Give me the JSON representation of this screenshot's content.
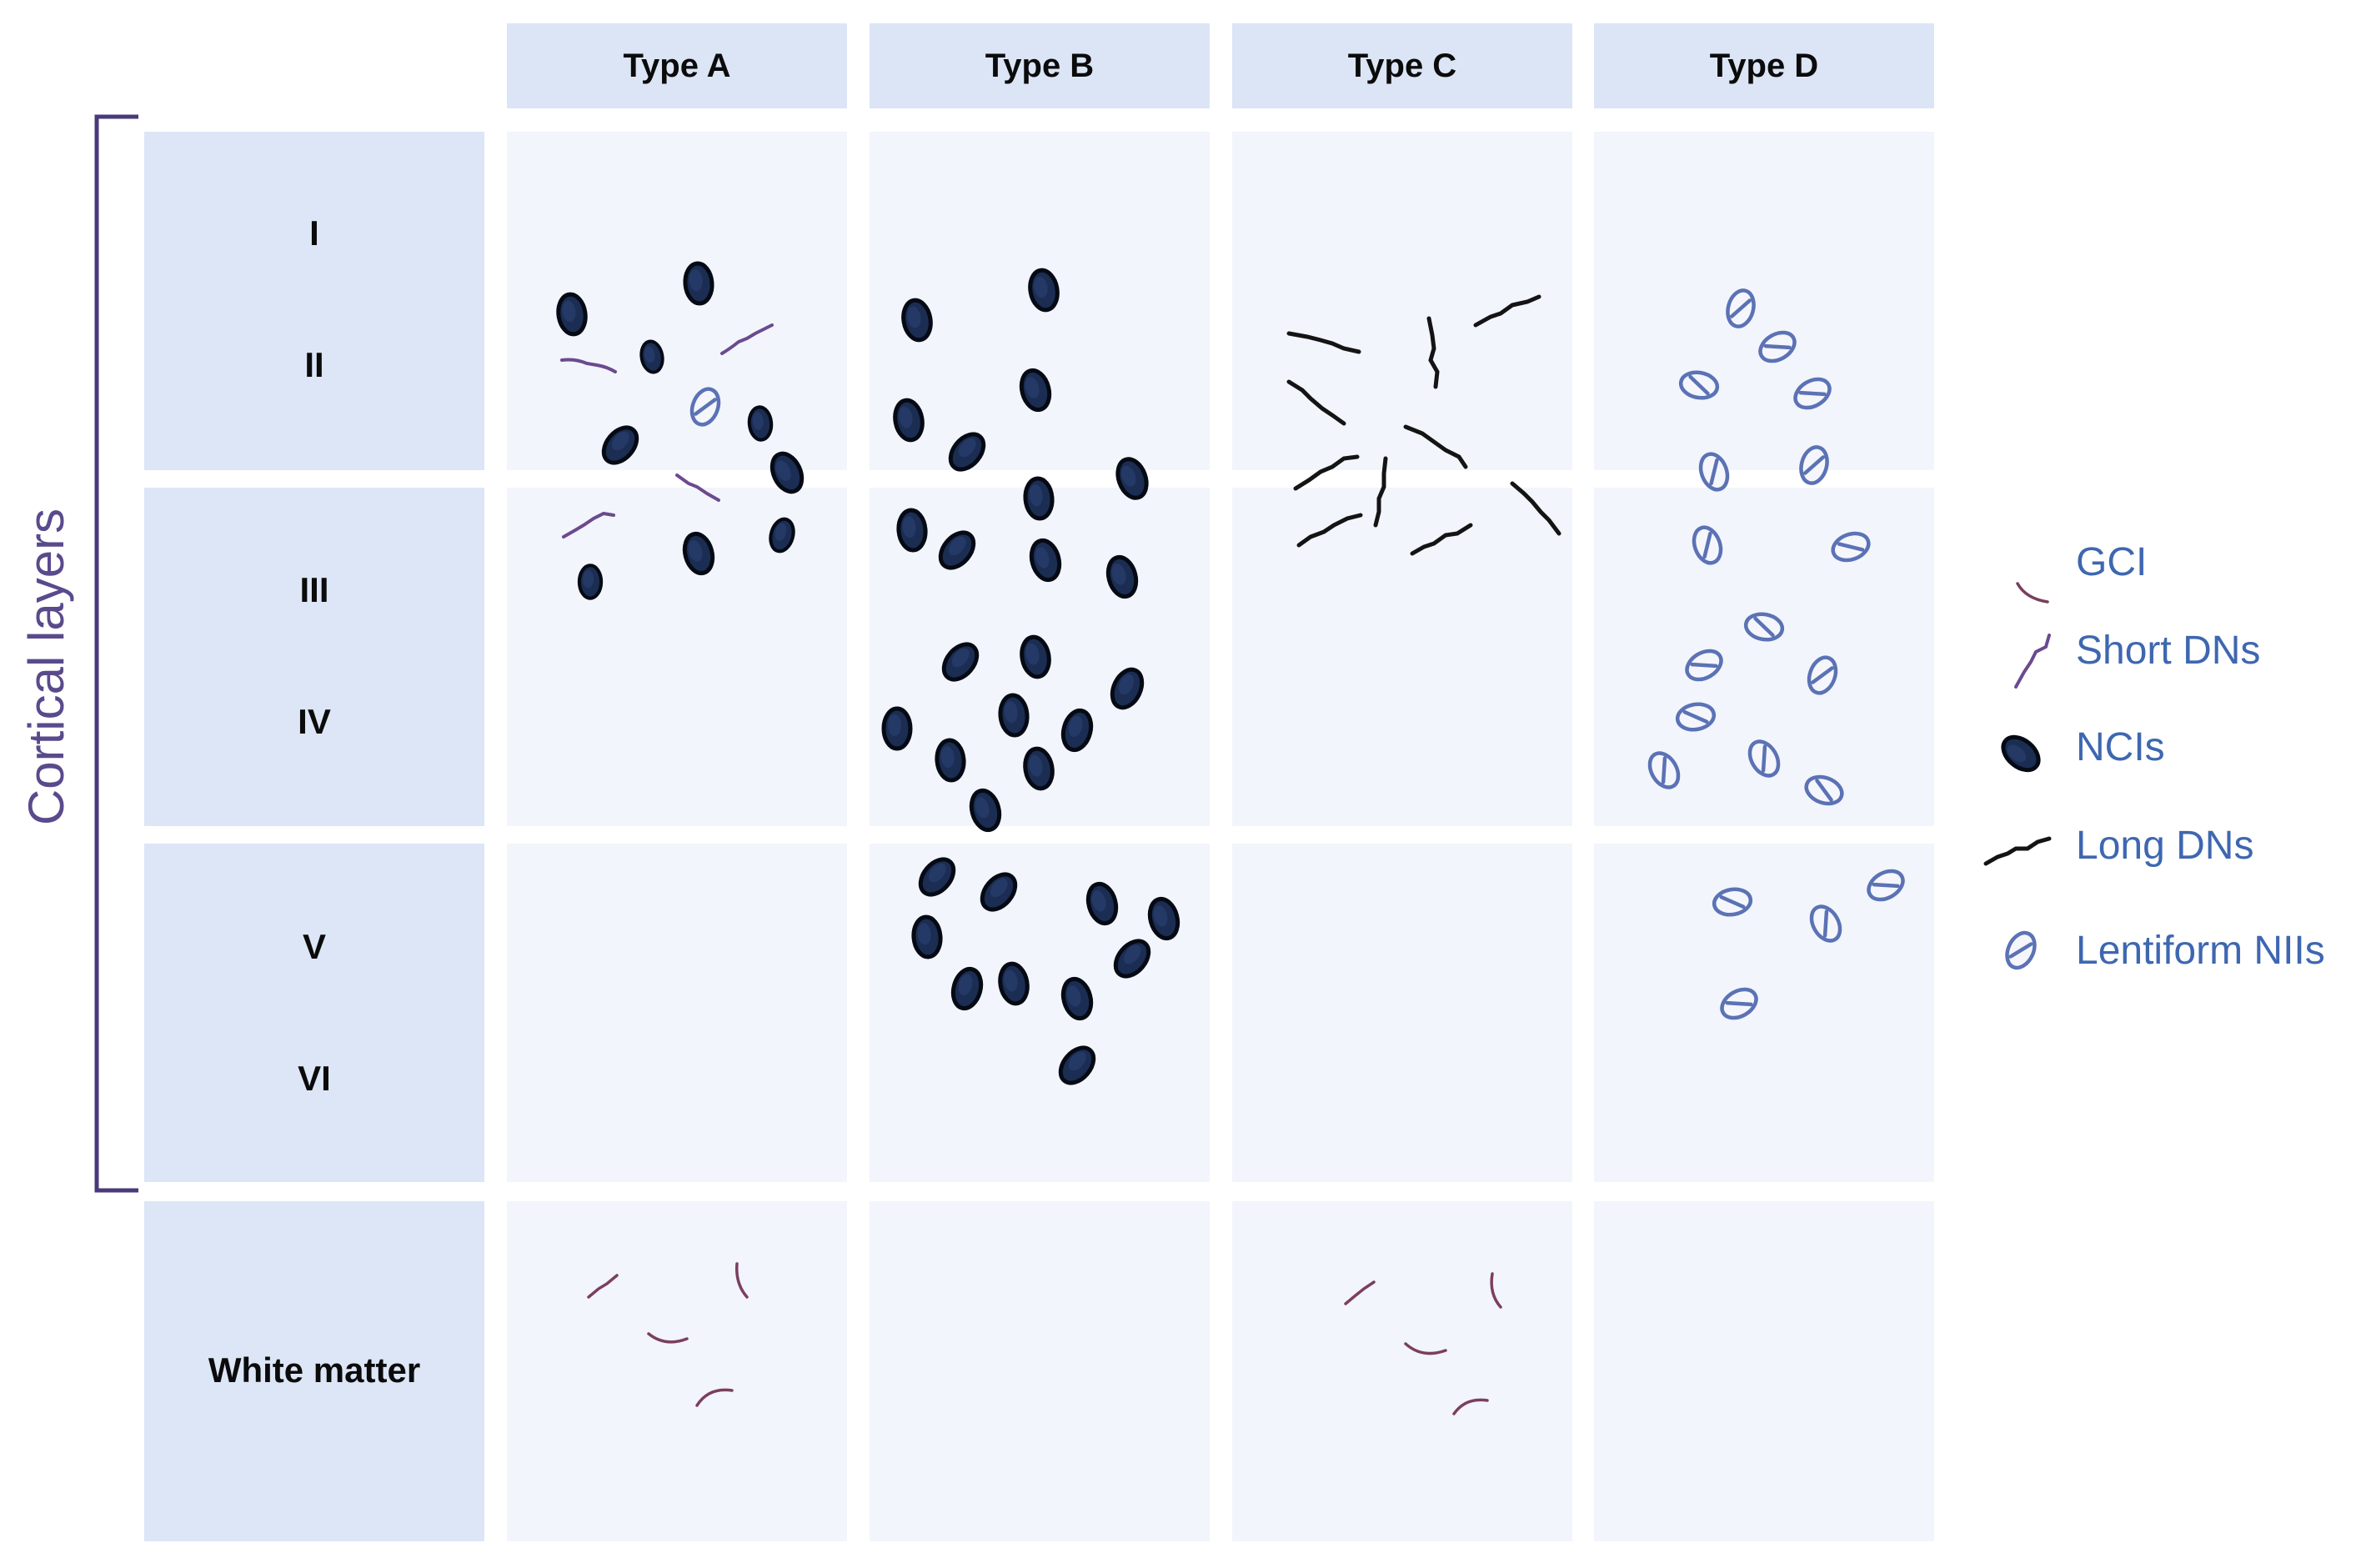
{
  "column_headers": [
    "Type A",
    "Type B",
    "Type C",
    "Type D"
  ],
  "row_labels": [
    "I",
    "II",
    "III",
    "IV",
    "V",
    "VI",
    "White matter"
  ],
  "side_label": "Cortical layers",
  "legend": [
    {
      "label": "GCI",
      "icon": "gci-icon"
    },
    {
      "label": "Short DNs",
      "icon": "short-dn-icon"
    },
    {
      "label": "NCIs",
      "icon": "nci-icon"
    },
    {
      "label": "Long DNs",
      "icon": "long-dn-icon"
    },
    {
      "label": "Lentiform NIIs",
      "icon": "lentiform-nii-icon"
    }
  ],
  "colors": {
    "header_fill": "#dbe5f6",
    "row_fill": "#dde6f6",
    "cell_fill": "#f2f5fb",
    "nci": "#1b2d52",
    "nii": "#5b72b5",
    "long_dn": "#141414",
    "short_dn": "#6b4a8e",
    "gci": "#7b3f5e",
    "legend_text": "#3e67b0",
    "side_label": "#5a4a8c",
    "bracket": "#4a3a7a"
  }
}
